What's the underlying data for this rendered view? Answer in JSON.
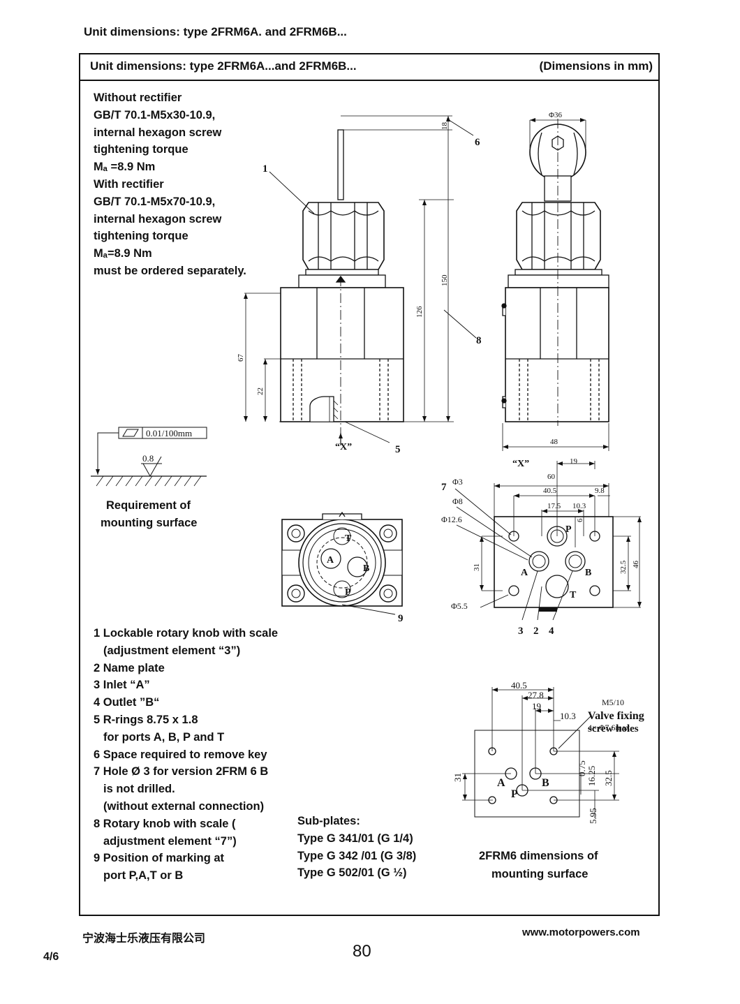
{
  "page_title": "Unit dimensions: type 2FRM6A.  and 2FRM6B...",
  "box_title": "Unit dimensions: type 2FRM6A...and 2FRM6B...",
  "box_units": "(Dimensions in mm)",
  "screw_note": [
    "Without rectifier",
    "GB/T 70.1-M5x30-10.9,",
    "internal hexagon screw",
    "tightening torque",
    "Mₐ =8.9 Nm",
    "With  rectifier",
    "GB/T 70.1-M5x70-10.9,",
    "internal hexagon screw",
    "tightening torque",
    "Mₐ=8.9 Nm",
    "must be ordered separately."
  ],
  "side_view": {
    "callouts": [
      "1",
      "6",
      "8",
      "5"
    ],
    "dims": [
      "18",
      "150",
      "126",
      "67",
      "22"
    ],
    "x_label": "“X”"
  },
  "front_view": {
    "dims": [
      "Φ36",
      "48"
    ],
    "x_label": "“X”"
  },
  "surface_req": {
    "flatness": "0.01/100mm",
    "roughness": "0.8",
    "caption_1": "Requirement of",
    "caption_2": "mounting surface"
  },
  "bottom_view": {
    "ports": [
      "T",
      "A",
      "B",
      "P"
    ],
    "callout": "9"
  },
  "port_view": {
    "dims": [
      "Φ3",
      "Φ8",
      "Φ12.6",
      "Φ5.5",
      "60",
      "40.5",
      "19",
      "9.8",
      "17.5",
      "10.3",
      "6",
      "31",
      "32.5",
      "46"
    ],
    "callouts": [
      "7",
      "3",
      "2",
      "4"
    ],
    "ports": [
      "P",
      "A",
      "B",
      "T"
    ]
  },
  "legend": [
    "1 Lockable rotary knob with scale",
    "(adjustment element “3”)",
    "2 Name plate",
    "3 Inlet “A”",
    "4 Outlet ”B“",
    "5 R-rings 8.75 x 1.8",
    "for ports A, B, P and T",
    "6 Space required to remove key",
    "7 Hole Ø 3 for version 2FRM 6 B",
    "is not drilled.",
    "(without external connection)",
    "8 Rotary knob with scale (",
    "adjustment element “7”)",
    "9 Position of marking at",
    "port P,A,T or B"
  ],
  "subplates": {
    "heading": "Sub-plates:",
    "items": [
      "Type G 341/01 (G 1/4)",
      "Type G 342 /01 (G 3/8)",
      "Type G 502/01 (G ½)"
    ]
  },
  "mounting_surface": {
    "dims": [
      "40.5",
      "27.8",
      "19",
      "10.3",
      "31",
      "0.75",
      "16.25",
      "32.5",
      "5.95"
    ],
    "note_1": "M5/10",
    "note_2": "Valve fixing",
    "note_3": "screw holes",
    "note_4": "4× Φ7.6max",
    "ports": [
      "A",
      "P",
      "B"
    ],
    "caption_1": "2FRM6 dimensions of",
    "caption_2": "mounting surface"
  },
  "footer": {
    "company": "宁波海士乐液压有限公司",
    "page_fraction": "4/6",
    "page_number": "80",
    "url": "www.motorpowers.com"
  }
}
